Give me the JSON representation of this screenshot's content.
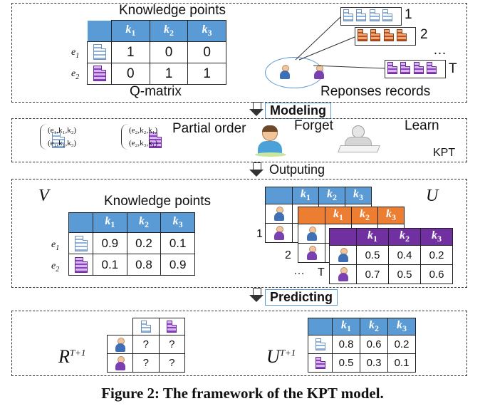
{
  "top": {
    "knowledge_points": "Knowledge points",
    "k_headers": [
      "k",
      "k",
      "k"
    ],
    "k_subs": [
      "1",
      "2",
      "3"
    ],
    "rows": [
      {
        "label": "e",
        "sub": "1",
        "values": [
          "1",
          "0",
          "0"
        ]
      },
      {
        "label": "e",
        "sub": "2",
        "values": [
          "0",
          "1",
          "1"
        ]
      }
    ],
    "q_matrix": "Q-matrix",
    "responses_label": "Reponses records",
    "response_indices": [
      "1",
      "2",
      "…",
      "T"
    ]
  },
  "modeling": "Modeling",
  "mid": {
    "partial_order": "Partial order",
    "forget": "Forget",
    "learn": "Learn",
    "kpt": "KPT",
    "pairs1": [
      "(e₁,k₁,k₂)",
      "(e₁,k₁,k₃)"
    ],
    "pairs2": [
      "(e₂,k₂,k₁)",
      "(e₂,k₃,k₁)"
    ]
  },
  "outputing": "Outputing",
  "output": {
    "v_label": "V",
    "u_label": "U",
    "knowledge_points": "Knowledge points",
    "v_rows": [
      {
        "label": "e",
        "sub": "1",
        "values": [
          "0.9",
          "0.2",
          "0.1"
        ]
      },
      {
        "label": "e",
        "sub": "2",
        "values": [
          "0.1",
          "0.8",
          "0.9"
        ]
      }
    ],
    "u_rows": [
      {
        "values": [
          "0.5",
          "0.4",
          "0.2"
        ]
      },
      {
        "values": [
          "0.7",
          "0.5",
          "0.6"
        ]
      }
    ],
    "stack_labels": [
      "1",
      "2",
      "…",
      "T"
    ]
  },
  "predicting": "Predicting",
  "predict": {
    "r_label": "R",
    "r_sup": "T+1",
    "u_label": "U",
    "u_sup": "T+1",
    "r_rows": [
      [
        "?",
        "?"
      ],
      [
        "?",
        "?"
      ]
    ],
    "u_rows": [
      [
        "0.8",
        "0.6",
        "0.2"
      ],
      [
        "0.5",
        "0.3",
        "0.1"
      ]
    ]
  },
  "caption": "Figure 2: The framework of the KPT model.",
  "colors": {
    "blue": "#5b9bd5",
    "orange": "#ed7d31",
    "purple": "#7030a0"
  }
}
